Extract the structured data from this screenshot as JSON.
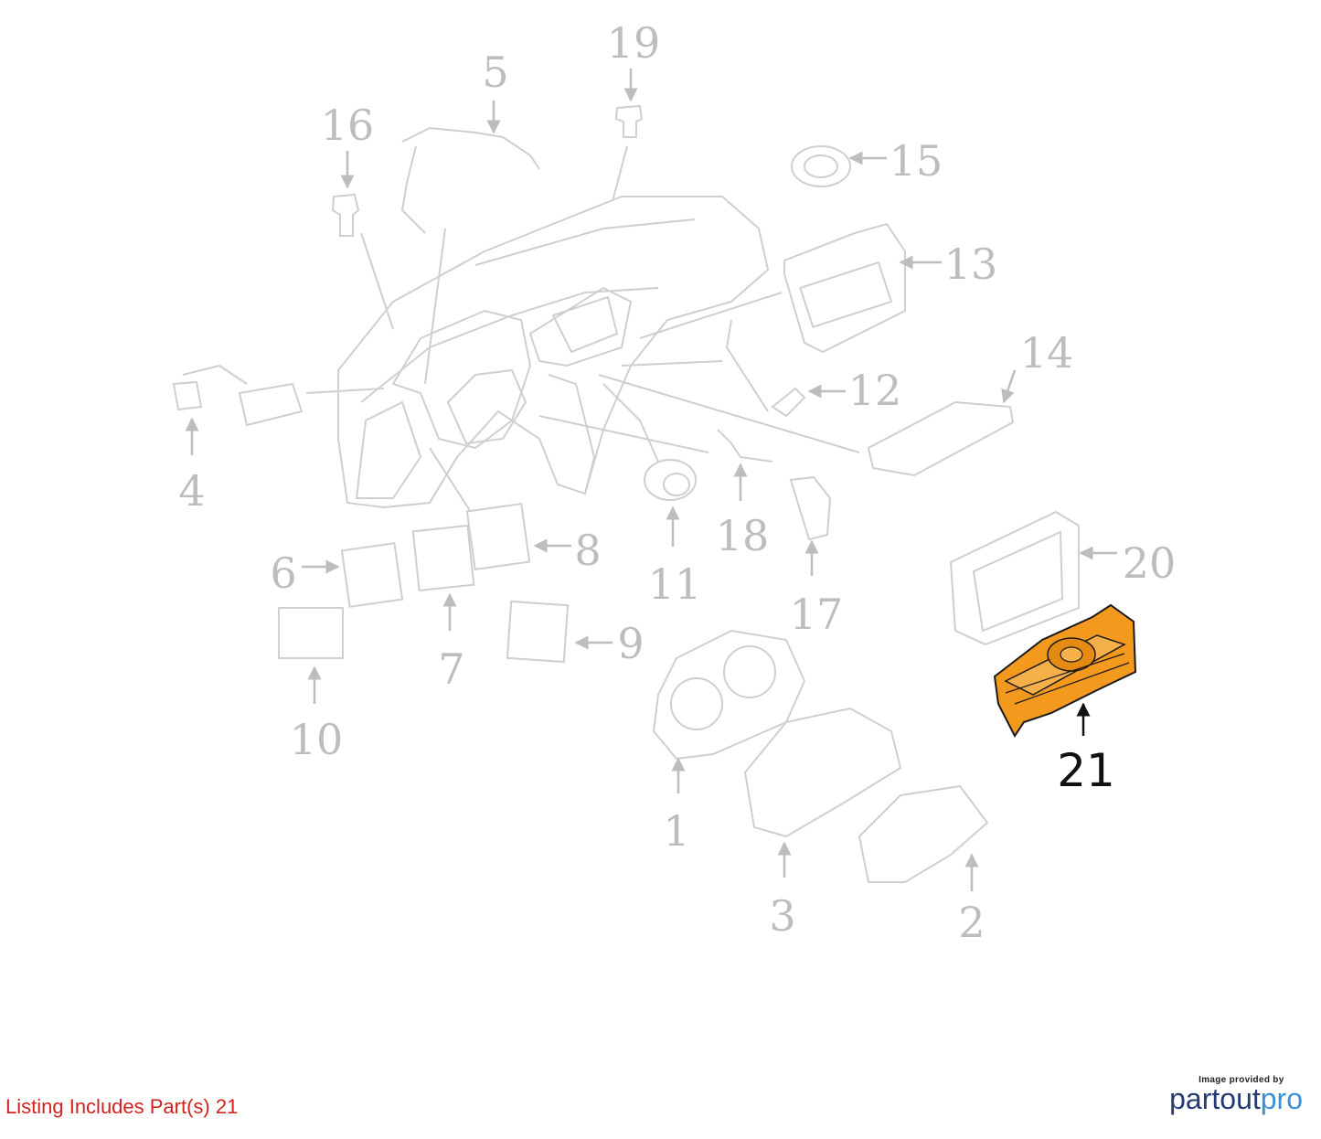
{
  "callouts": {
    "c1": "1",
    "c2": "2",
    "c3": "3",
    "c4": "4",
    "c5": "5",
    "c6": "6",
    "c7": "7",
    "c8": "8",
    "c9": "9",
    "c10": "10",
    "c11": "11",
    "c12": "12",
    "c13": "13",
    "c14": "14",
    "c15": "15",
    "c16": "16",
    "c17": "17",
    "c18": "18",
    "c19": "19",
    "c20": "20",
    "c21": "21"
  },
  "caption": "Listing Includes Part(s) 21",
  "credit": {
    "small": "Image provided by",
    "brand_part1": "partout",
    "brand_part2": "pro"
  },
  "colors": {
    "line": "#cfcfcf",
    "highlight": "#f39a1e",
    "caption": "#d0221f",
    "brand_dark": "#253b73",
    "brand_light": "#3b8fd6"
  }
}
